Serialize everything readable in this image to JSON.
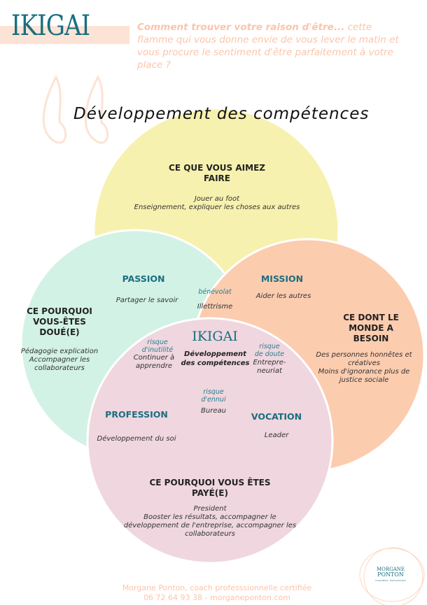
{
  "header": {
    "logo": "IKIGAI",
    "intro_bold": "Comment trouver votre raison d'être...",
    "intro_rest": " cette flamme qui vous donne envie de vous lever le matin et vous procure le sentiment d'être parfaitement à votre place ?"
  },
  "title": "Développement des compétences",
  "colors": {
    "love": "#f7f0a6",
    "good": "#cdf1e2",
    "need": "#fcc7a6",
    "paid": "#eed2dc",
    "teal": "#176f80",
    "peach": "#fcc4a9"
  },
  "circles": {
    "love": {
      "heading": "CE QUE VOUS AIMEZ FAIRE",
      "text": "Jouer au foot\nEnseignement, expliquer les choses aux autres"
    },
    "good": {
      "heading": "CE POURQUOI VOUS-ÊTES DOUÉ(E)",
      "text": "Pédagogie explication\nAccompagner les collaborateurs"
    },
    "need": {
      "heading": "CE DONT LE MONDE A BESOIN",
      "text": "Des personnes honnêtes et créatives\nMoins d'ignorance plus de justice sociale"
    },
    "paid": {
      "heading": "CE POURQUOI VOUS ÊTES PAYÉ(E)",
      "text": "President\nBooster les résultats, accompagner le développement de l'entreprise, accompagner les collaborateurs"
    }
  },
  "zones": {
    "passion": {
      "label": "PASSION",
      "text": "Partager le savoir"
    },
    "mission": {
      "label": "MISSION",
      "text": "Aider les autres"
    },
    "profession": {
      "label": "PROFESSION",
      "text": "Développement du soi"
    },
    "vocation": {
      "label": "VOCATION",
      "text": "Leader"
    }
  },
  "risks": {
    "benevolat": {
      "label": "bénévolat",
      "text": "Illettrisme"
    },
    "inutilite": {
      "label": "risque\nd'inutilité",
      "text": "Continuer à\napprendre"
    },
    "doute": {
      "label": "risque\nde doute",
      "text": "Entrepre-\nneuriat"
    },
    "ennui": {
      "label": "risque\nd'ennui",
      "text": "Bureau"
    }
  },
  "center": {
    "logo": "IKIGAI",
    "text": "Développement des compétences"
  },
  "footer": {
    "line1": "Morgane Ponton, coach professsionnelle certifiée",
    "line2": "06 72 64 93 38 - morganeponton.com"
  },
  "brand": {
    "name1": "MORGANE",
    "name2": "PONTON",
    "tagline": "COACHING · FACILITATION"
  }
}
